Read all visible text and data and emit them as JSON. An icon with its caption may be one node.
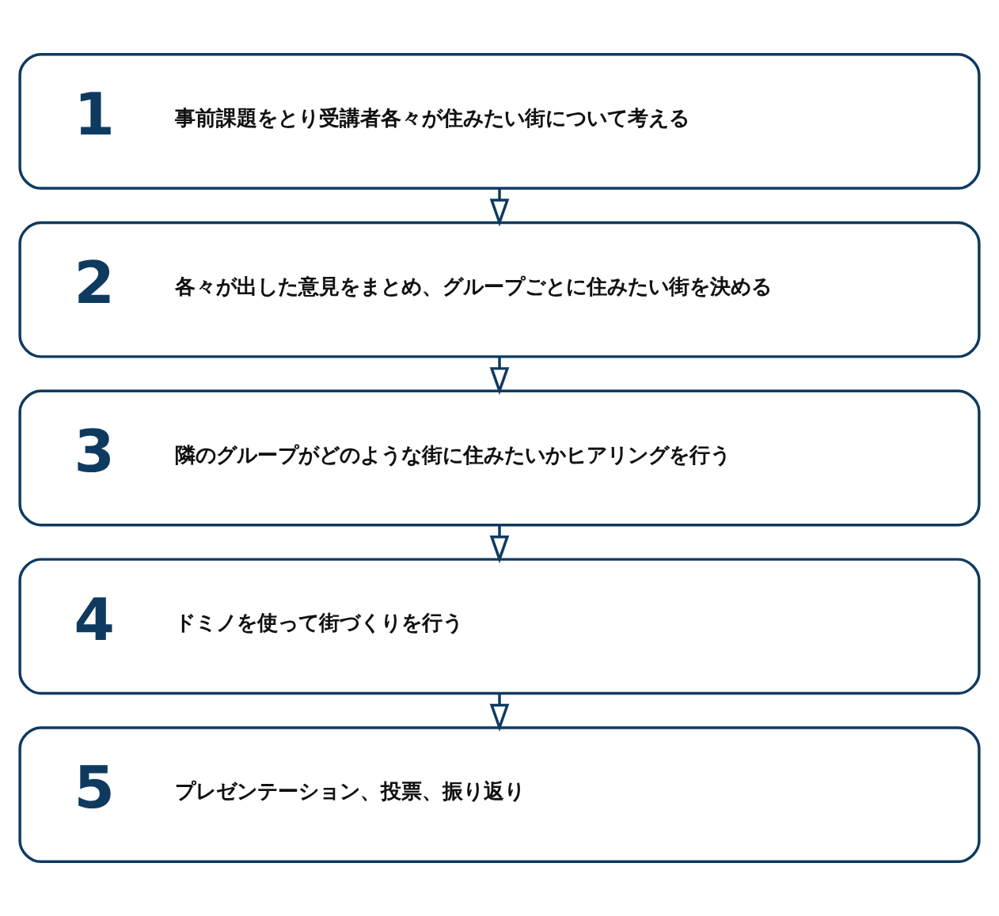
{
  "diagram": {
    "nodes": [
      {
        "text": [
          "1",
          "事前課題をとり受講者各々が住みたい街について考える"
        ]
      },
      {
        "text": [
          "2",
          "各々が出した意見をまとめ、グループごとに住みたい街を決める"
        ]
      },
      {
        "text": [
          "3",
          "隣のグループがどのような街に住みたいかヒアリングを行う"
        ]
      },
      {
        "text": [
          "4",
          "ドミノを使って街づくりを行う"
        ]
      },
      {
        "text": [
          "5",
          "プレゼンテーション、投票、振り返り"
        ]
      }
    ],
    "edges": [
      {
        "from": 0,
        "to": 1,
        "arrow": "to"
      },
      {
        "from": 1,
        "to": 2,
        "arrow": "to"
      },
      {
        "from": 2,
        "to": 3,
        "arrow": "to"
      },
      {
        "from": 3,
        "to": 4,
        "arrow": "to"
      }
    ]
  }
}
